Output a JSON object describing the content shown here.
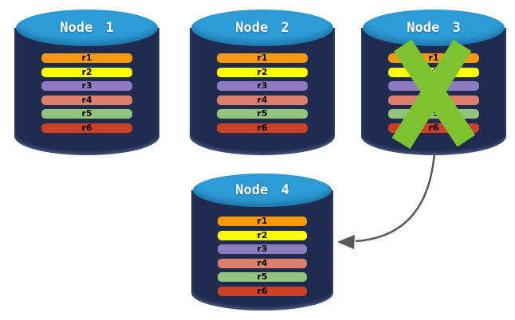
{
  "diagram": {
    "description": "Replicated database nodes; failed node replaced by new node",
    "colors": {
      "background": "#FFFFFF",
      "cylinder_body": "#1F2C50",
      "cylinder_top": "#2E9CD6",
      "node_label_text": "#FFFFFF",
      "row_label_text": "#000000",
      "failure_x": "#7CC32F",
      "arrow": "#595959"
    },
    "nodes": [
      {
        "label": "Node 1",
        "failed": false,
        "rows": [
          {
            "label": "r1",
            "color": "#F8980B"
          },
          {
            "label": "r2",
            "color": "#FFFF00"
          },
          {
            "label": "r3",
            "color": "#8E7CC3"
          },
          {
            "label": "r4",
            "color": "#DD7E6B"
          },
          {
            "label": "r5",
            "color": "#93C47D"
          },
          {
            "label": "r6",
            "color": "#CC4125"
          }
        ]
      },
      {
        "label": "Node 2",
        "failed": false,
        "rows": [
          {
            "label": "r1",
            "color": "#F8980B"
          },
          {
            "label": "r2",
            "color": "#FFFF00"
          },
          {
            "label": "r3",
            "color": "#8E7CC3"
          },
          {
            "label": "r4",
            "color": "#DD7E6B"
          },
          {
            "label": "r5",
            "color": "#93C47D"
          },
          {
            "label": "r6",
            "color": "#CC4125"
          }
        ]
      },
      {
        "label": "Node 3",
        "failed": true,
        "rows": [
          {
            "label": "r1",
            "color": "#F8980B"
          },
          {
            "label": "r2",
            "color": "#FFFF00"
          },
          {
            "label": "r3",
            "color": "#8E7CC3"
          },
          {
            "label": "r4",
            "color": "#DD7E6B"
          },
          {
            "label": "r5",
            "color": "#93C47D"
          },
          {
            "label": "r6",
            "color": "#CC4125"
          }
        ]
      },
      {
        "label": "Node 4",
        "failed": false,
        "rows": [
          {
            "label": "r1",
            "color": "#F8980B"
          },
          {
            "label": "r2",
            "color": "#FFFF00"
          },
          {
            "label": "r3",
            "color": "#8E7CC3"
          },
          {
            "label": "r4",
            "color": "#DD7E6B"
          },
          {
            "label": "r5",
            "color": "#93C47D"
          },
          {
            "label": "r6",
            "color": "#CC4125"
          }
        ]
      }
    ],
    "arrow": {
      "from": "Node 3",
      "to": "Node 4"
    }
  }
}
